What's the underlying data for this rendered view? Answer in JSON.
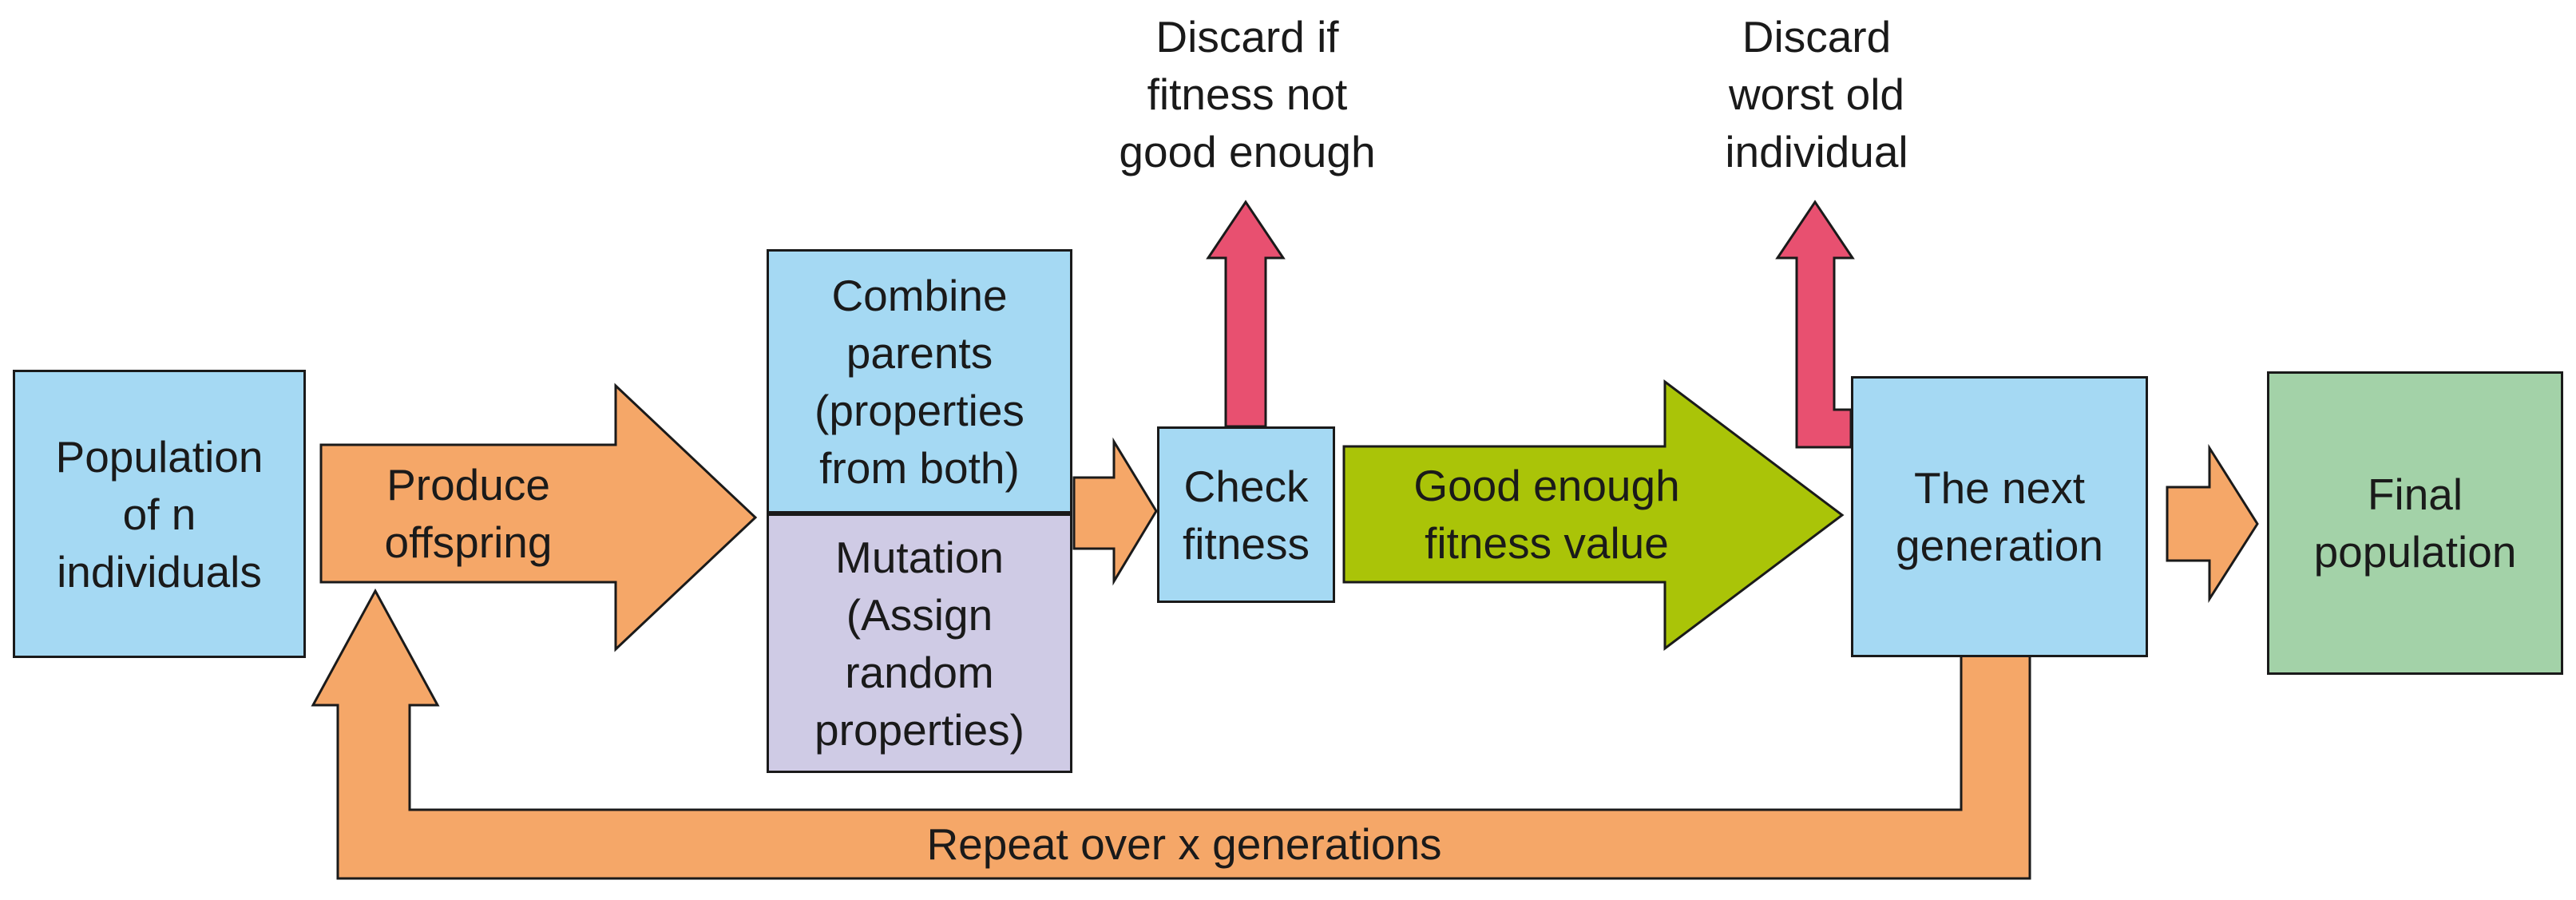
{
  "nodes": {
    "population": {
      "label": "Population\nof n\nindividuals"
    },
    "combine_parents": {
      "label": "Combine\nparents\n(properties\nfrom both)"
    },
    "mutation": {
      "label": "Mutation\n(Assign\nrandom\nproperties)"
    },
    "check_fitness": {
      "label": "Check\nfitness"
    },
    "next_generation": {
      "label": "The next\ngeneration"
    },
    "final_population": {
      "label": "Final\npopulation"
    }
  },
  "arrows": {
    "produce_offspring": {
      "label": "Produce\noffspring"
    },
    "good_enough": {
      "label": "Good enough\nfitness value"
    },
    "repeat_loop": {
      "label": "Repeat over x generations"
    },
    "discard_fitness": {
      "label": "Discard if\nfitness not\ngood enough"
    },
    "discard_worst": {
      "label": "Discard\nworst old\nindividual"
    }
  },
  "colors": {
    "box_blue": "#a5d9f3",
    "box_lavender": "#cfcbe5",
    "box_green": "#a3d2a8",
    "arrow_orange": "#f5a768",
    "arrow_pink": "#e85070",
    "arrow_green": "#aac408",
    "outline": "#1a1a1a",
    "text": "#1a1a1a"
  }
}
